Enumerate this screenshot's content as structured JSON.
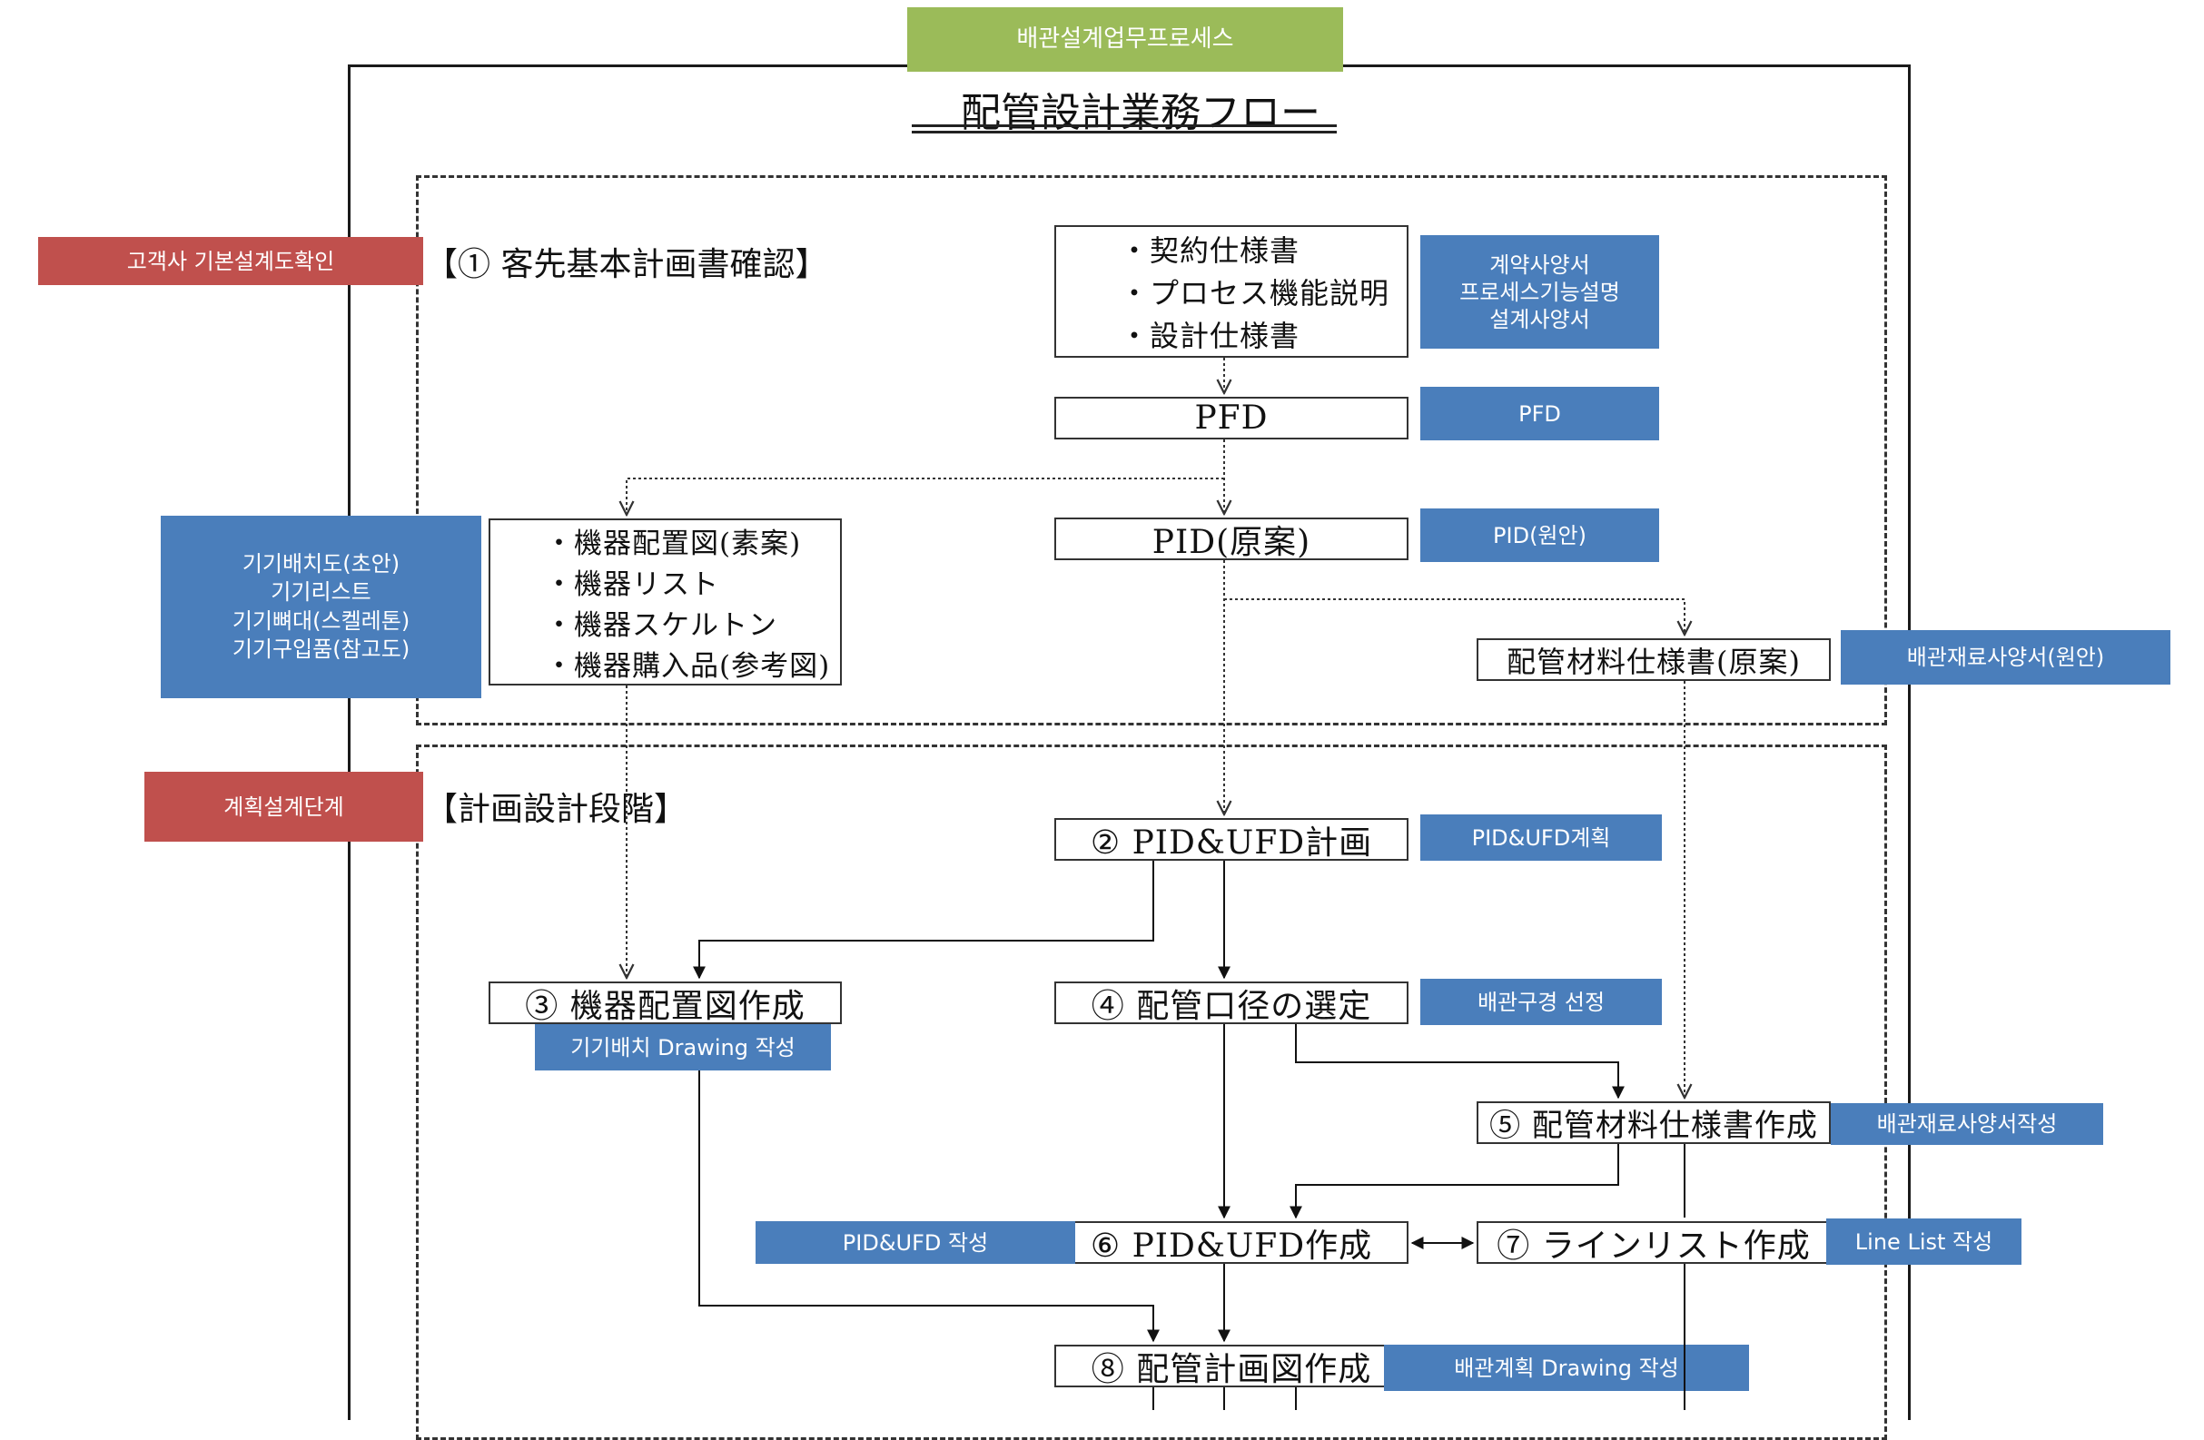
{
  "header": {
    "banner": "배관설계업무프로세스",
    "title": "配管設計業務フロー"
  },
  "sections": {
    "s1": {
      "title": "【① 客先基本計画書確認】",
      "label": "고객사 기본설계도확인"
    },
    "s2": {
      "title": "【計画設計段階】",
      "label": "계획설계단계"
    }
  },
  "boxes": {
    "spec": {
      "lines": [
        "・契約仕様書",
        "・プロセス機能説明",
        "・設計仕様書"
      ],
      "label_lines": [
        "계약사양서",
        "프로세스기능설명",
        "설계사양서"
      ]
    },
    "pfd": {
      "text": "PFD",
      "label": "PFD"
    },
    "pid_draft": {
      "text": "PID(原案)",
      "label": "PID(원안)"
    },
    "equipment": {
      "lines": [
        "・機器配置図(素案)",
        "・機器リスト",
        "・機器スケルトン",
        "・機器購入品(参考図)"
      ],
      "label_lines": [
        "기기배치도(초안)",
        "기기리스트",
        "기기뼈대(스켈레톤)",
        "기기구입품(참고도)"
      ]
    },
    "material_spec_draft": {
      "text": "配管材料仕様書(原案)",
      "label": "배관재료사양서(원안)"
    },
    "step2": {
      "text": "② PID&UFD計画",
      "label": "PID&UFD계획"
    },
    "step3": {
      "text": "③ 機器配置図作成",
      "label": "기기배치 Drawing 작성"
    },
    "step4": {
      "text": "④ 配管口径の選定",
      "label": "배관구경 선정"
    },
    "step5": {
      "text": "⑤ 配管材料仕様書作成",
      "label": "배관재료사양서작성"
    },
    "step6": {
      "text": "⑥ PID&UFD作成",
      "label": "PID&UFD 작성"
    },
    "step7": {
      "text": "⑦ ラインリスト作成",
      "label": "Line List 작성"
    },
    "step8": {
      "text": "⑧ 配管計画図作成",
      "label": "배관계획 Drawing 작성"
    }
  }
}
